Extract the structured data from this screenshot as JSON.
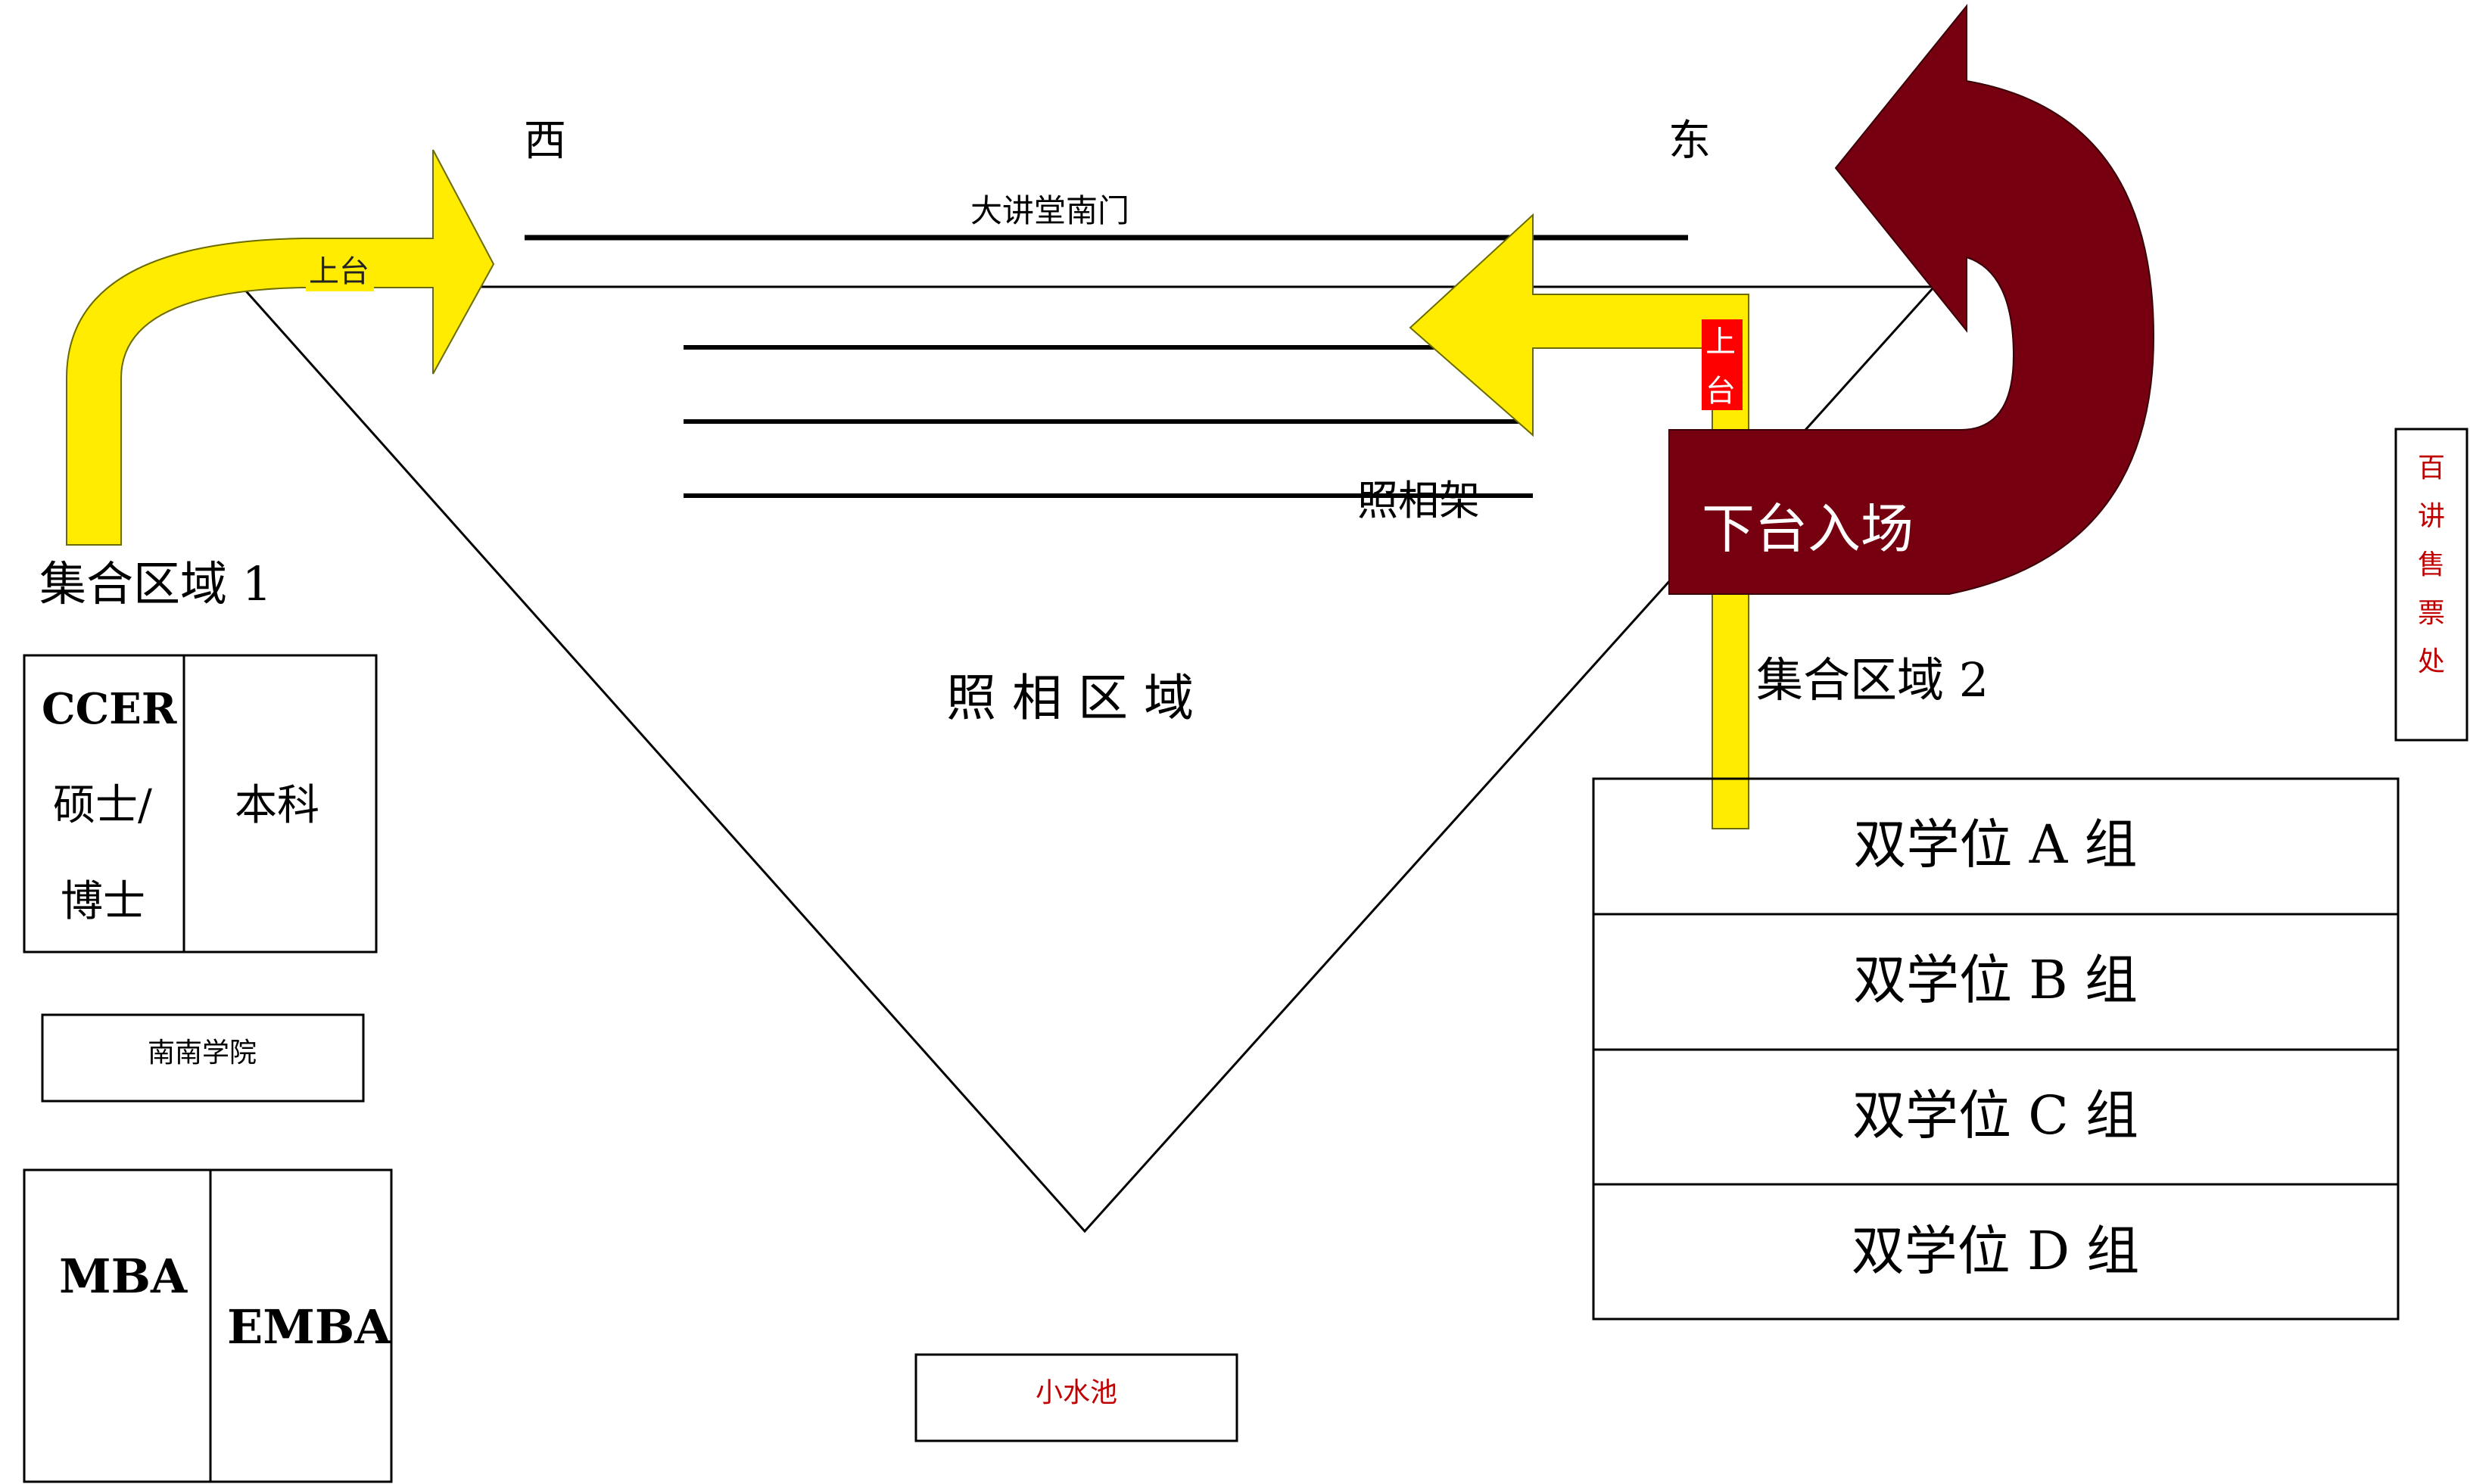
{
  "directions": {
    "west": "西",
    "east": "东"
  },
  "gate_label": "大讲堂南门",
  "stage_up_label_1": "上台",
  "stage_up_label_2": [
    "上",
    "台"
  ],
  "frame_label": "照相架",
  "photo_area_label": "照 相 区 域",
  "exit_label": "下台入场",
  "gather_area_1": "集合区域 1",
  "gather_area_2": "集合区域 2",
  "left_groups": {
    "ccer_label": "CCER",
    "ccer_sub": [
      "硕士/",
      "博士"
    ],
    "undergrad": "本科",
    "nannan": "南南学院",
    "mba": "MBA",
    "emba": "EMBA"
  },
  "double_degree_groups": [
    "双学位 A 组",
    "双学位 B 组",
    "双学位 C 组",
    "双学位 D 组"
  ],
  "ticket_office": [
    "百",
    "讲",
    "售",
    "票",
    "处"
  ],
  "pond_label": "小水池",
  "colors": {
    "arrow_yellow": "#ffec00",
    "arrow_outline": "#6b6b00",
    "exit_maroon": "#770010",
    "label_red": "#ff0000",
    "text_red": "#c00000",
    "line_black": "#000000"
  }
}
